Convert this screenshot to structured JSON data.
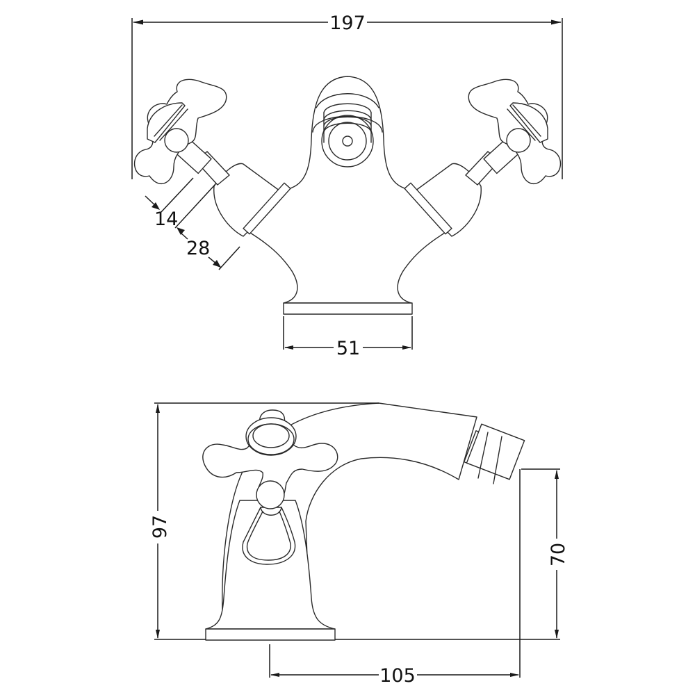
{
  "drawing": {
    "type": "technical-drawing",
    "subject": "bidet mixer tap with cross-head handles",
    "units": "mm",
    "colors": {
      "line": "#2a2a2a",
      "dimension": "#1a1a1a",
      "background": "#ffffff"
    },
    "views": {
      "front": {
        "name": "front-view",
        "dimensions": {
          "overall_width": "197",
          "handle_offset_a": "14",
          "handle_offset_b": "28",
          "base_width": "51"
        }
      },
      "side": {
        "name": "side-view",
        "dimensions": {
          "overall_height": "97",
          "outlet_height": "70",
          "spout_reach": "105"
        }
      }
    }
  }
}
